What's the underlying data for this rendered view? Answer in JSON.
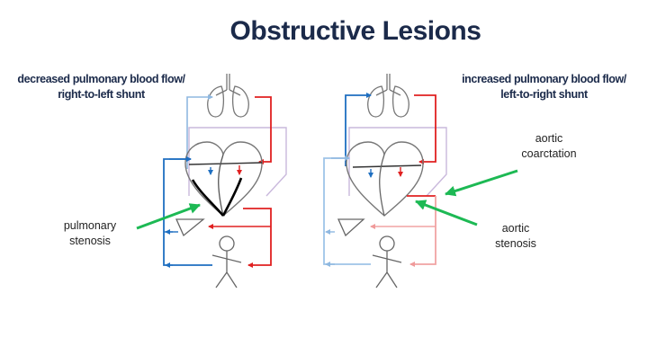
{
  "title": "Obstructive Lesions",
  "left_panel": {
    "heading_line1": "decreased pulmonary blood flow/",
    "heading_line2": "right-to-left shunt",
    "annotation_line1": "pulmonary",
    "annotation_line2": "stenosis"
  },
  "right_panel": {
    "heading_line1": "increased pulmonary blood flow/",
    "heading_line2": "left-to-right shunt",
    "annotation1_line1": "aortic",
    "annotation1_line2": "coarctation",
    "annotation2_line1": "aortic",
    "annotation2_line2": "stenosis"
  },
  "colors": {
    "title": "#1b2a4a",
    "deoxygenated": "#1f6fc1",
    "deoxygenated_light": "#9ec4e8",
    "oxygenated": "#e02020",
    "oxygenated_light": "#f1a3a3",
    "annotation_arrow": "#1db954",
    "mixing_line": "#c9b8dc",
    "outline": "#777777"
  },
  "icons": [
    "lungs-icon",
    "heart-icon",
    "person-icon",
    "body-triangle-icon"
  ]
}
